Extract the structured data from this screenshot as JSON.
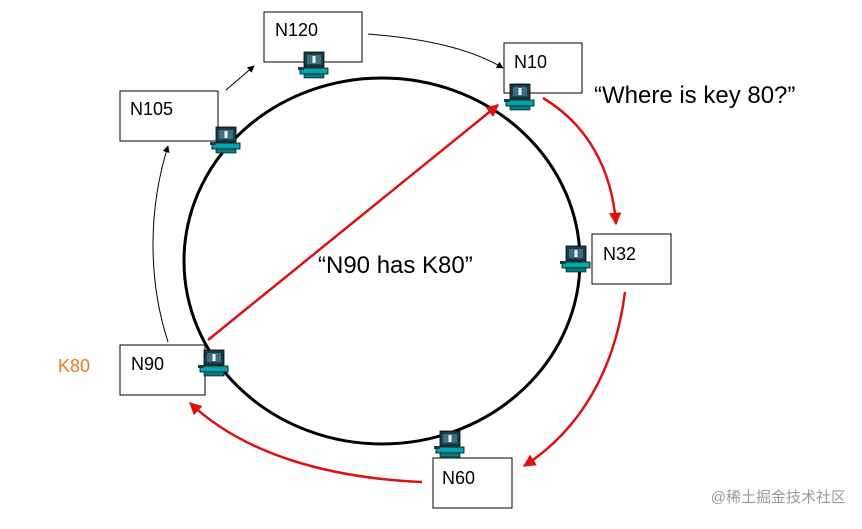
{
  "nodes": [
    {
      "id": "N120",
      "label": "N120"
    },
    {
      "id": "N10",
      "label": "N10"
    },
    {
      "id": "N105",
      "label": "N105"
    },
    {
      "id": "N32",
      "label": "N32"
    },
    {
      "id": "N90",
      "label": "N90"
    },
    {
      "id": "N60",
      "label": "N60"
    }
  ],
  "captions": {
    "query": "“Where is key 80?”",
    "answer": "“N90 has K80”"
  },
  "key_label": "K80",
  "watermark": "@稀土掘金技术社区",
  "colors": {
    "ring": "#000000",
    "lookup_path": "#dd1111",
    "key_label": "#ee7722",
    "computer_screen": "#2f5b6b",
    "computer_body": "#00a0a8"
  },
  "icons": [
    "computer-icon"
  ]
}
